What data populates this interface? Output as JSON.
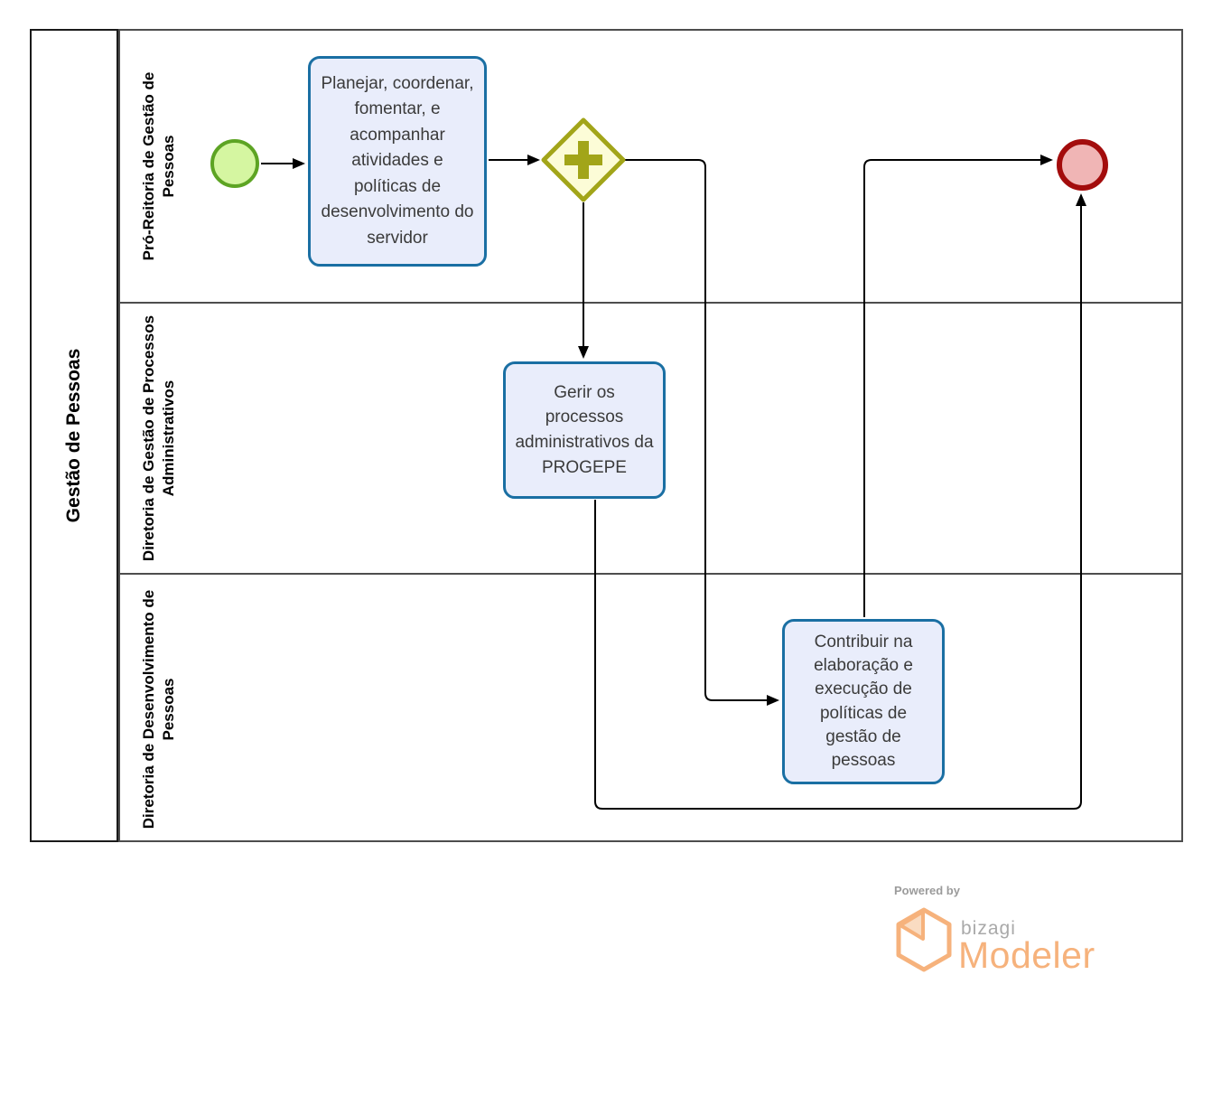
{
  "pool": {
    "title": "Gestão de Pessoas"
  },
  "lanes": [
    {
      "label": "Pró-Reitoria de Gestão de Pessoas"
    },
    {
      "label": "Diretoria de Gestão de Processos Administrativos"
    },
    {
      "label": "Diretoria de Desenvolvimento de Pessoas"
    }
  ],
  "nodes": {
    "start_event": {
      "type": "start-event"
    },
    "task_planejar": {
      "label": "Planejar, coordenar, fomentar, e acompanhar atividades e políticas de desenvolvimento do servidor"
    },
    "gateway_parallel": {
      "type": "parallel-gateway"
    },
    "task_gerir": {
      "label": "Gerir os processos administrativos da PROGEPE"
    },
    "task_contribuir": {
      "label": "Contribuir na elaboração e execução de políticas de gestão de pessoas"
    },
    "end_event": {
      "type": "end-event"
    }
  },
  "footer": {
    "powered_by": "Powered by",
    "brand": "bizagi",
    "product": "Modeler"
  },
  "colors": {
    "task_fill": "#e9edfb",
    "task_border": "#1a6fa3",
    "gateway_fill": "#fcfcd7",
    "gateway_border": "#a2a519",
    "start_fill": "#d5f6a1",
    "start_border": "#5da423",
    "end_fill": "#f0b5b5",
    "end_border": "#a30c0c",
    "lane_border": "#4d4d4d",
    "connector": "#000000",
    "logo_orange": "#f6b27c",
    "logo_gray": "#a9a9a9"
  }
}
